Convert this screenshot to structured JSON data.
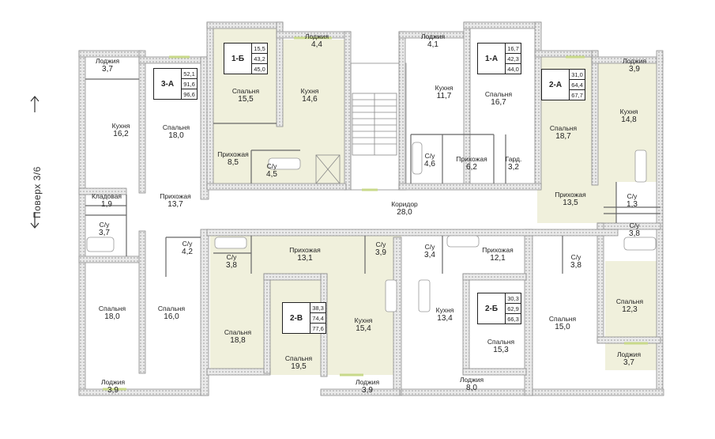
{
  "floor_label": "Поверх 3/6",
  "colors": {
    "wall": "#8d8d8d",
    "hatch": "#c9c9c9",
    "highlight": "#f0f0dc",
    "window": "#c8d98a",
    "line": "#555555"
  },
  "apartments": [
    {
      "code": "1-Б",
      "areas": [
        "15,5",
        "43,2",
        "45,0"
      ]
    },
    {
      "code": "1-А",
      "areas": [
        "16,7",
        "42,3",
        "44,0"
      ]
    },
    {
      "code": "3-А",
      "areas": [
        "52,1",
        "91,6",
        "96,6"
      ]
    },
    {
      "code": "2-А",
      "areas": [
        "31,0",
        "64,4",
        "67,7"
      ]
    },
    {
      "code": "2-В",
      "areas": [
        "38,3",
        "74,4",
        "77,6"
      ]
    },
    {
      "code": "2-Б",
      "areas": [
        "30,3",
        "62,9",
        "66,3"
      ]
    }
  ],
  "rooms": [
    {
      "name": "Лоджия",
      "area": "3,7"
    },
    {
      "name": "Кухня",
      "area": "16,2"
    },
    {
      "name": "Спальня",
      "area": "18,0"
    },
    {
      "name": "Кладовая",
      "area": "1,9"
    },
    {
      "name": "Прихожая",
      "area": "13,7"
    },
    {
      "name": "С/у",
      "area": "3,7"
    },
    {
      "name": "С/у",
      "area": "4,2"
    },
    {
      "name": "Спальня",
      "area": "18,0"
    },
    {
      "name": "Спальня",
      "area": "16,0"
    },
    {
      "name": "Лоджия",
      "area": "3,9"
    },
    {
      "name": "Лоджия",
      "area": "4,4"
    },
    {
      "name": "Спальня",
      "area": "15,5"
    },
    {
      "name": "Кухня",
      "area": "14,6"
    },
    {
      "name": "Прихожая",
      "area": "8,5"
    },
    {
      "name": "С/у",
      "area": "4,5"
    },
    {
      "name": "Коридор",
      "area": "28,0"
    },
    {
      "name": "С/у",
      "area": "3,8"
    },
    {
      "name": "Прихожая",
      "area": "13,1"
    },
    {
      "name": "С/у",
      "area": "3,9"
    },
    {
      "name": "Спальня",
      "area": "18,8"
    },
    {
      "name": "Спальня",
      "area": "19,5"
    },
    {
      "name": "Кухня",
      "area": "15,4"
    },
    {
      "name": "Лоджия",
      "area": "3,9"
    },
    {
      "name": "Лоджия",
      "area": "4,1"
    },
    {
      "name": "Кухня",
      "area": "11,7"
    },
    {
      "name": "Спальня",
      "area": "16,7"
    },
    {
      "name": "С/у",
      "area": "4,6"
    },
    {
      "name": "Прихожая",
      "area": "6,2"
    },
    {
      "name": "Гард.",
      "area": "3,2"
    },
    {
      "name": "С/у",
      "area": "3,4"
    },
    {
      "name": "Прихожая",
      "area": "12,1"
    },
    {
      "name": "С/у",
      "area": "3,8"
    },
    {
      "name": "Кухня",
      "area": "13,4"
    },
    {
      "name": "Спальня",
      "area": "15,3"
    },
    {
      "name": "Спальня",
      "area": "15,0"
    },
    {
      "name": "Лоджия",
      "area": "8,0"
    },
    {
      "name": "Лоджия",
      "area": "3,9"
    },
    {
      "name": "Кухня",
      "area": "14,8"
    },
    {
      "name": "Спальня",
      "area": "18,7"
    },
    {
      "name": "Прихожая",
      "area": "13,5"
    },
    {
      "name": "С/у",
      "area": "1,3"
    },
    {
      "name": "С/у",
      "area": "3,8"
    },
    {
      "name": "Спальня",
      "area": "12,3"
    },
    {
      "name": "Лоджия",
      "area": "3,7"
    }
  ]
}
